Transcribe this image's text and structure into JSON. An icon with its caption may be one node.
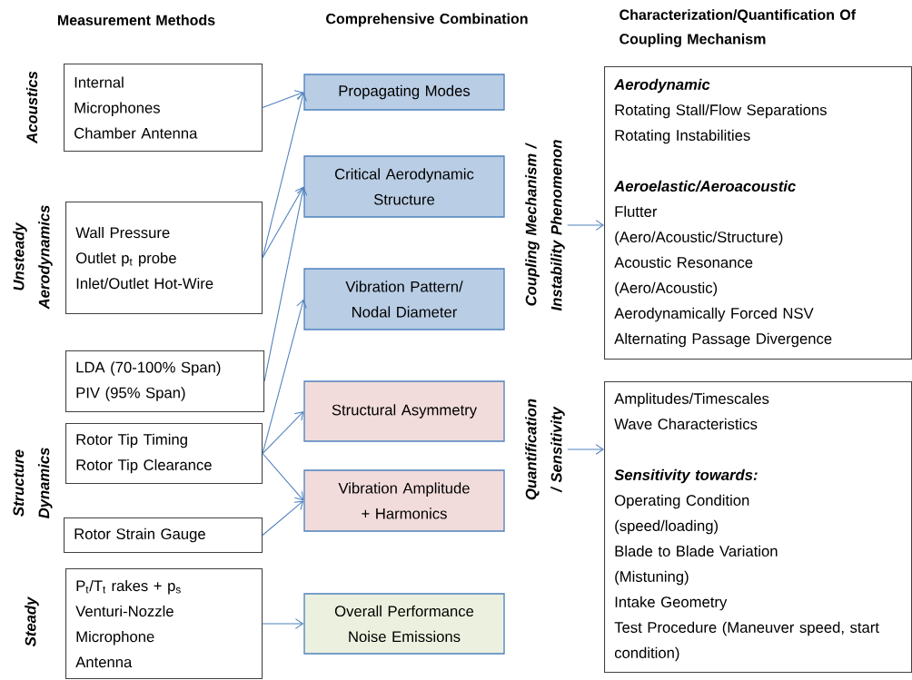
{
  "diagram": {
    "nodes": [
      {
        "text": [
          "Internal",
          "Microphones",
          "Chamber Antenna"
        ]
      },
      {
        "text": [
          "Wall Pressure",
          "Outlet p$_{t}$ probe",
          "Inlet/Outlet Hot-Wire"
        ]
      },
      {
        "text": [
          "LDA (70-100% Span)",
          "PIV (95% Span)"
        ]
      },
      {
        "text": [
          "Rotor Tip Timing",
          "Rotor Tip Clearance"
        ]
      },
      {
        "text": [
          "Rotor Strain Gauge"
        ]
      },
      {
        "text": [
          "P$_{t}$/T$_{t}$ rakes + p$_{s}$",
          "Venturi-Nozzle",
          "Microphone",
          "Antenna"
        ]
      },
      {
        "text": [
          "Propagating Modes"
        ]
      },
      {
        "text": [
          "Critical Aerodynamic Structure"
        ]
      },
      {
        "text": [
          "Vibration Pattern/ Nodal Diameter"
        ]
      },
      {
        "text": [
          "Structural Asymmetry"
        ]
      },
      {
        "text": [
          "Vibration Amplitude + Harmonics"
        ]
      },
      {
        "text": [
          "Overall Performance",
          "Noise Emissions"
        ]
      },
      {
        "text": [
          "Coupling Mechanism / Instability Phenomenon"
        ]
      },
      {
        "text": [
          "Aerodynamic",
          "Rotating Stall/Flow Separations",
          "Rotating Instabilities",
          "Aeroelastic/Aeroacoustic",
          "Flutter",
          "(Aero/Acoustic/Structure)",
          "Acoustic Resonance",
          "(Aero/Acoustic)",
          "Aerodynamically Forced NSV",
          "Alternating Passage Divergence"
        ]
      },
      {
        "text": [
          "Quantification / Sensitivity"
        ]
      },
      {
        "text": [
          "Amplitudes/Timescales",
          "Wave Characteristics",
          "Sensitivity towards:",
          "Operating Condition",
          "(speed/loading)",
          "Blade to Blade Variation",
          "(Mistuning)",
          "Intake Geometry",
          "Test Procedure (Maneuver speed, start condition)"
        ]
      }
    ],
    "edges": [
      {
        "from": 0,
        "to": 6,
        "arrow": "to"
      },
      {
        "from": 1,
        "to": 6,
        "arrow": "to"
      },
      {
        "from": 1,
        "to": 7,
        "arrow": "to"
      },
      {
        "from": 2,
        "to": 7,
        "arrow": "to"
      },
      {
        "from": 3,
        "to": 8,
        "arrow": "to"
      },
      {
        "from": 3,
        "to": 9,
        "arrow": "to"
      },
      {
        "from": 3,
        "to": 10,
        "arrow": "to"
      },
      {
        "from": 4,
        "to": 10,
        "arrow": "to"
      },
      {
        "from": 5,
        "to": 11,
        "arrow": "to"
      },
      {
        "from": 12,
        "to": 13,
        "arrow": "to"
      },
      {
        "from": 14,
        "to": 15,
        "arrow": "to"
      }
    ],
    "labels": [
      "Measurement Methods",
      "Comprehensive Combination",
      "Characterization/Quantification Of Coupling Mechanism",
      "Acoustics",
      "Unsteady Aerodynamics",
      "Structure Dynamics",
      "Steady"
    ]
  }
}
